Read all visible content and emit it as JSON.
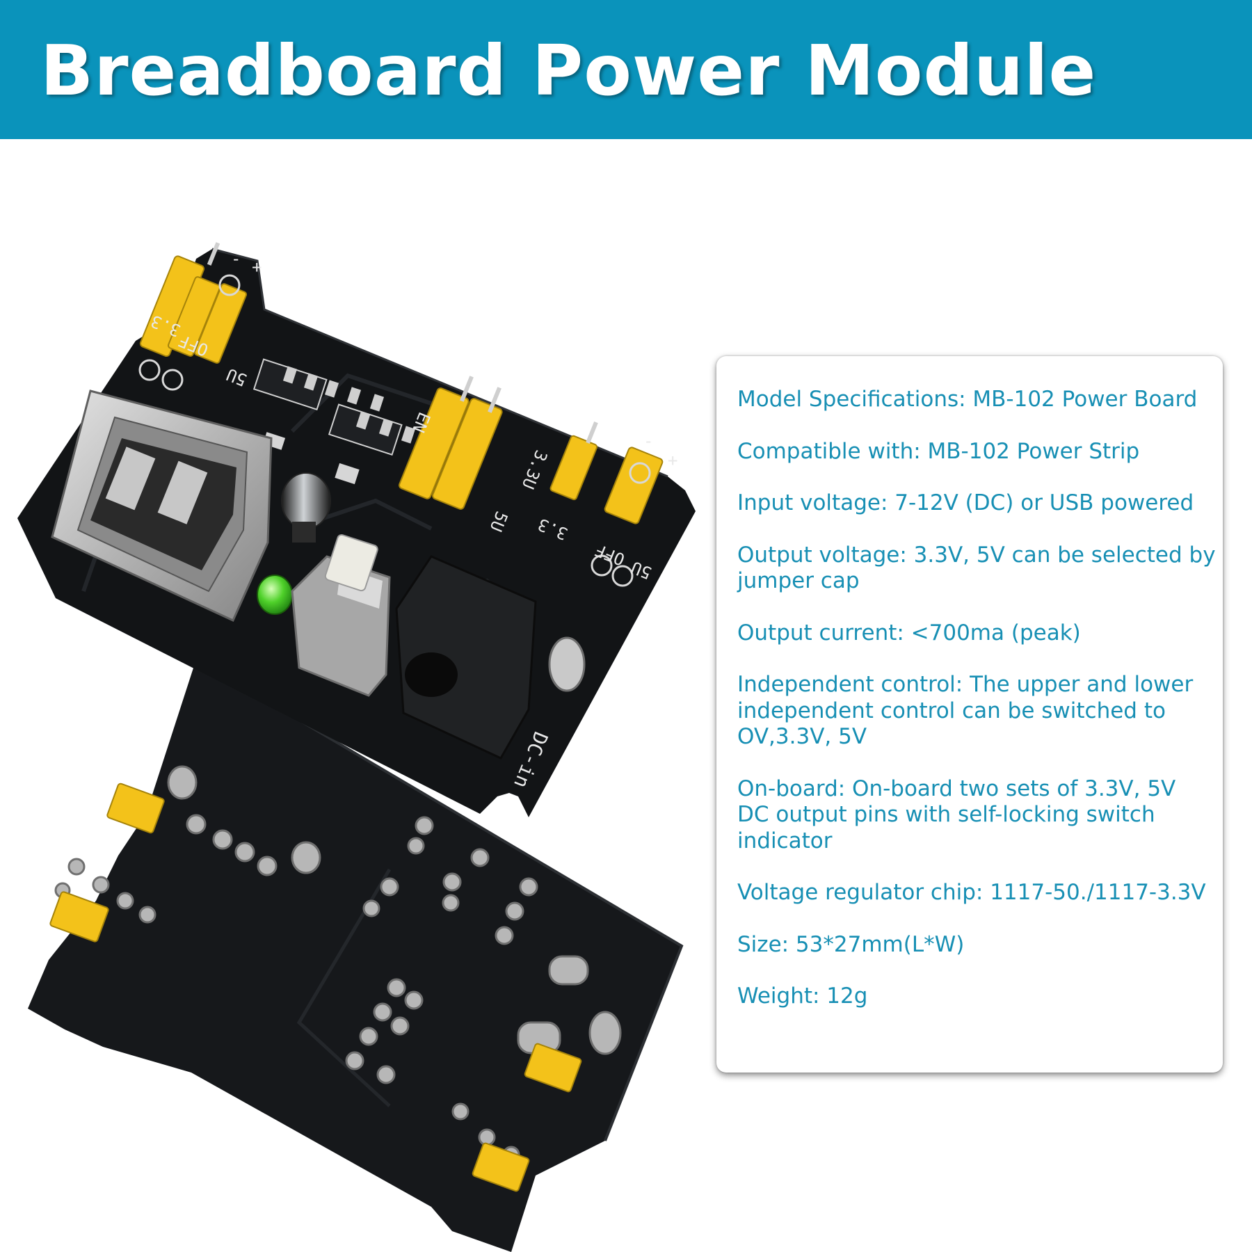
{
  "banner": {
    "title": "Breadboard Power Module"
  },
  "top_board": {
    "silkscreen": {
      "sel_33": "3.3",
      "sel_off": "OFF",
      "sel_5v": "5U",
      "minus": "-",
      "plus": "+",
      "hdr_en": "EN",
      "hdr_33": "3.3U",
      "hdr_5v": "5U",
      "r_33": "3.3",
      "r_off": "OFF",
      "r_5v": "5U",
      "dc_in": "DC-in"
    }
  },
  "specs": {
    "items": [
      "Model Specifications: MB-102 Power Board",
      "Compatible with: MB-102 Power Strip",
      "Input voltage: 7-12V (DC) or USB powered",
      "Output voltage: 3.3V, 5V can be selected by\njumper cap",
      "Output current: <700ma (peak)",
      "Independent control: The upper and lower\n independent control can be switched to\nOV,3.3V, 5V",
      "On-board: On-board two sets of 3.3V, 5V\nDC output pins with self-locking switch\nindicator",
      "Voltage regulator chip: 1117-50./1117-3.3V",
      "Size: 53*27mm(L*W)",
      "Weight: 12g"
    ]
  },
  "colors": {
    "banner": "#0a93bb",
    "spec_text": "#178fb4",
    "pcb": "#121416",
    "jumper": "#f3c21a",
    "led": "#4fd12a"
  }
}
